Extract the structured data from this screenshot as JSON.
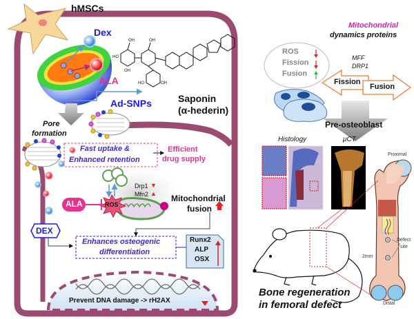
{
  "cell_label": "hMSCs",
  "nanoparticle": {
    "dex_label": "Dex",
    "ala_label": "ALA",
    "particle_label": "Ad-SNPs",
    "saponin_label": "Saponin",
    "saponin_name": "(α-hederin)",
    "pore_line1": "Pore",
    "pore_line2": "formation"
  },
  "uptake": {
    "box_line1": "Fast uptake &",
    "box_line2": "Enhanced  retention",
    "result_line1": "Efficient",
    "result_line2": "drug supply"
  },
  "mito": {
    "ala_label": "ALA",
    "ros_label": "ROS",
    "drp1_label": "Drp1",
    "mfn2_label": "Mfn2",
    "fusion_line1": "Mitochondrial",
    "fusion_line2": "fusion"
  },
  "osteo": {
    "dex_label": "DEX",
    "box_line1": "Enhances osteogenic",
    "box_line2": "differentiation",
    "markers": [
      "Runx2",
      "ALP",
      "OSX"
    ]
  },
  "nucleus": {
    "text": "Prevent DNA damage -> rH2AX"
  },
  "right": {
    "title_line1": "Mitochondrial",
    "title_line2": "dynamics proteins",
    "effects": [
      {
        "label": "ROS",
        "direction": "down"
      },
      {
        "label": "Fission",
        "direction": "down"
      },
      {
        "label": "Fusion",
        "direction": "up"
      }
    ],
    "mff_label": "MFF",
    "drp1_label": "DRP1",
    "fission_label": "Fission",
    "fusion_label": "Fusion",
    "preosteoblast_label": "Pre-osteoblast",
    "histology_label": "Histology",
    "uct_label": "μCT",
    "proximal_label": "Proximal",
    "distal_label": "Distal",
    "defect_line1": "Defect",
    "defect_line2": "site",
    "scale_label": "2mm",
    "caption_line1": "Bone regeneration",
    "caption_line2": "in femoral defect"
  },
  "colors": {
    "cell_membrane": "#9b4b72",
    "blue_text": "#1a1ae6",
    "pink_text": "#e6328c",
    "red_arrow": "#e62020",
    "green_arrow": "#2db84a"
  }
}
